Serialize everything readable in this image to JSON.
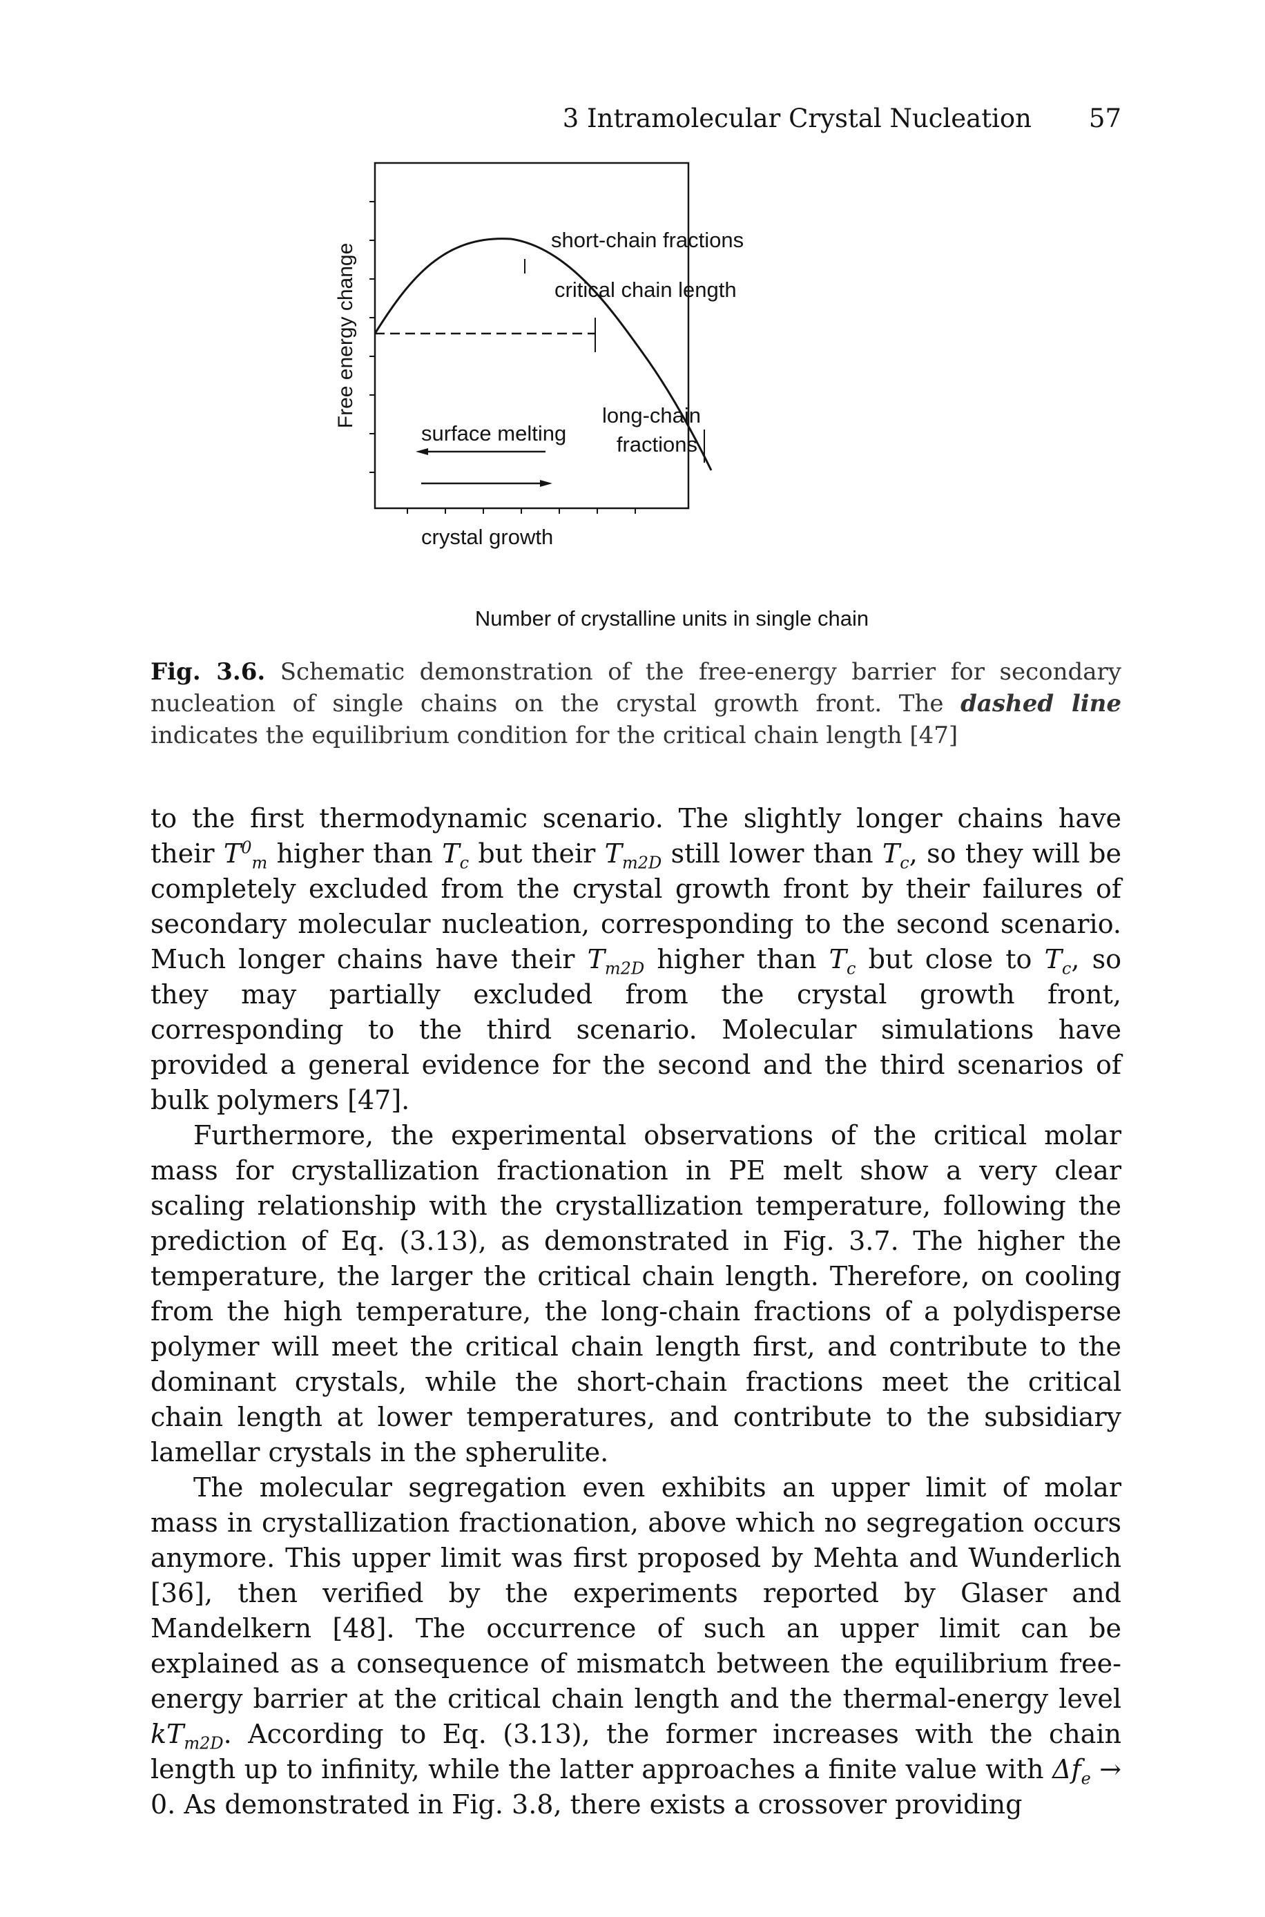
{
  "header": {
    "running_title": "3 Intramolecular Crystal Nucleation",
    "page_number": "57"
  },
  "figure": {
    "ylabel": "Free energy change",
    "xlabel": "Number of crystalline units in single chain",
    "labels": {
      "short_chain": "short-chain fractions",
      "critical": "critical chain length",
      "long_chain_1": "long-chain",
      "long_chain_2": "fractions",
      "surface_melting": "surface melting",
      "crystal_growth": "crystal growth"
    }
  },
  "caption": {
    "label": "Fig. 3.6.",
    "text_1": " Schematic demonstration of the free-energy barrier for secondary nucleation of single chains on the crystal growth front. The ",
    "emph": "dashed line",
    "text_2": " indicates the equilibrium condition for the critical chain length [47]"
  },
  "paragraphs": {
    "p1": {
      "a": "to the first thermodynamic scenario. The slightly longer chains have their ",
      "b": " higher than ",
      "c": " but their ",
      "d": " still lower than ",
      "e": ", so they will be completely excluded from the crystal growth front by their failures of secondary molecular nucleation, corresponding to the second scenario. Much longer chains have their ",
      "f": " higher than ",
      "g": " but close to ",
      "h": ", so they may partially excluded from the crystal growth front, corresponding to the third scenario. Molecular simulations have provided a general evidence for the second and the third scenarios of bulk polymers [47]."
    },
    "p2": "Furthermore, the experimental observations of the critical molar mass for crystallization fractionation in PE melt show a very clear scaling relationship with the crystallization temperature, following the prediction of Eq. (3.13), as demonstrated in Fig. 3.7. The higher the temperature, the larger the critical chain length. Therefore, on cooling from the high temperature, the long-chain fractions of a polydisperse polymer will meet the critical chain length first, and contribute to the dominant crystals, while the short-chain fractions meet the critical chain length at lower temperatures, and contribute to the subsidiary lamellar crystals in the spherulite.",
    "p3": {
      "a": "The molecular segregation even exhibits an upper limit of molar mass in crystallization fractionation, above which no segregation occurs anymore. This upper limit was first proposed by Mehta and Wunderlich [36], then verified by the experiments reported by Glaser and Mandelkern [48]. The occurrence of such an upper limit can be explained as a consequence of mismatch between the equilibrium free-energy barrier at the critical chain length and the thermal-energy level ",
      "b": ". According to Eq. (3.13), the former increases with the chain length up to infinity, while the latter approaches a finite value with ",
      "c": " → 0. As demonstrated in Fig. 3.8, there exists a crossover providing"
    }
  },
  "math": {
    "T": "T",
    "m": "m",
    "zero": "0",
    "c": "c",
    "m2D": "m2D",
    "k": "k",
    "delta": "Δ",
    "f": "f",
    "e": "e"
  }
}
